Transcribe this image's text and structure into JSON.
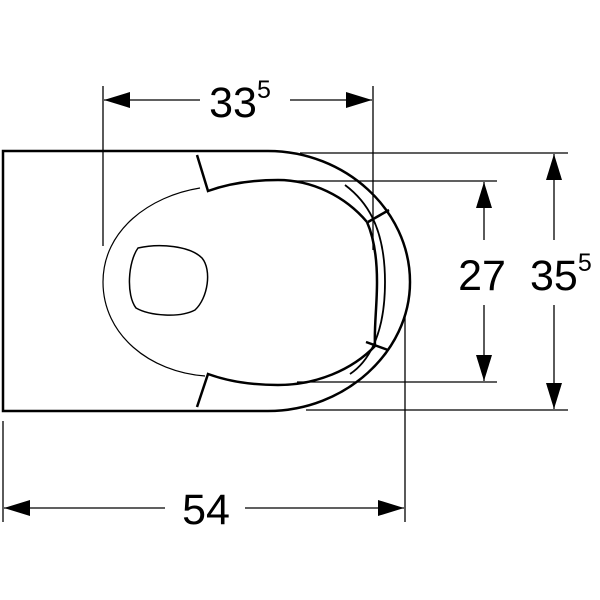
{
  "drawing": {
    "dimensions": {
      "inner_width": {
        "main": "33",
        "superscript": "5"
      },
      "inner_height": {
        "main": "27"
      },
      "outer_height": {
        "main": "35",
        "superscript": "5"
      },
      "total_length": {
        "main": "54"
      }
    }
  }
}
